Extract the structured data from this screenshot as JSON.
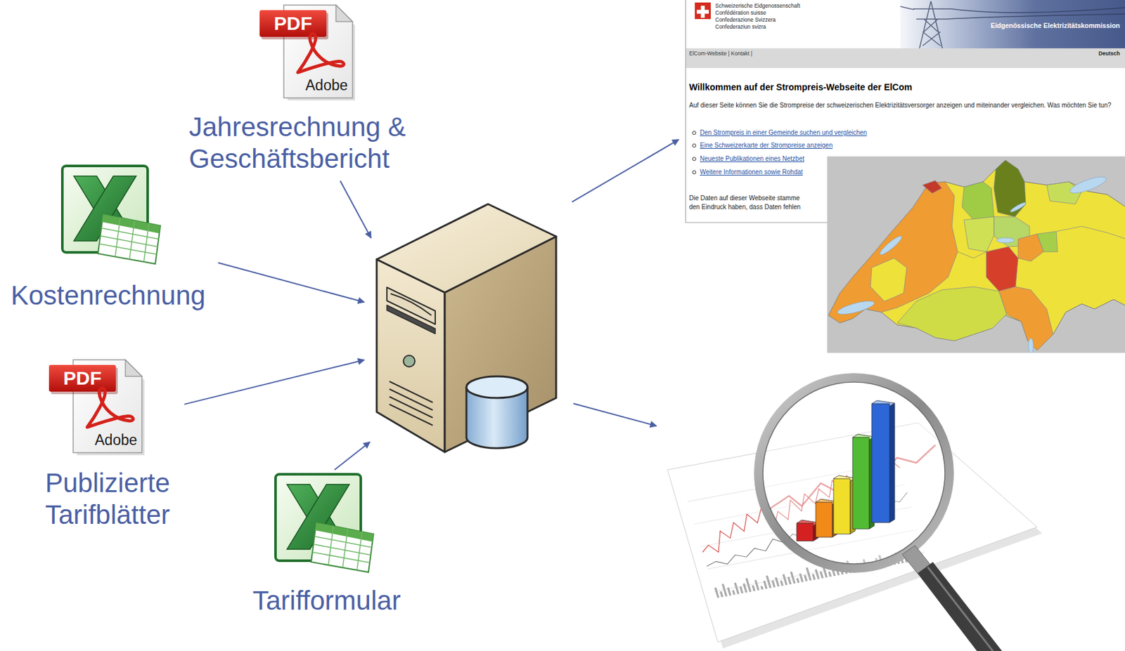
{
  "diagram": {
    "nodes": [
      {
        "text": [
          "PDF",
          "Adobe",
          "Jahresrechnung & Geschäftsbericht"
        ]
      },
      {
        "text": [
          "Schweizerische Eidgenossenschaft",
          "Confédération suisse",
          "Confederazione Svizzera",
          "Confederaziun svizra",
          "Eidgenössische Elektrizitätskommission",
          "ElCom-Website | Kontakt |",
          "Deutsch",
          "Willkommen auf der Strompreis-Webseite der ElCom",
          "Auf dieser Seite können Sie die Strompreise der schweizerischen Elektrizitätsversorger anzeigen und miteinander vergleichen. Was möchten Sie tun?",
          "Den Strompreis in einer Gemeinde suchen und vergleichen",
          "Eine Schweizerkarte der Strompreise anzeigen",
          "Neueste Publikationen eines Netzbet",
          "Weitere Informationen sowie Rohdat",
          "Die Daten auf dieser Webseite stamme",
          "den Eindruck haben, dass Daten fehlen"
        ]
      },
      {
        "text": [
          "Kostenrechnung"
        ]
      },
      {
        "text": []
      },
      {
        "text": [
          "PDF",
          "Adobe",
          "Publizierte Tarifblätter"
        ]
      },
      {
        "text": []
      },
      {
        "text": [
          "Tarifformular"
        ]
      }
    ],
    "edges": [
      {
        "from": 0,
        "to": 3,
        "arrow": "to"
      },
      {
        "from": 2,
        "to": 3,
        "arrow": "to"
      },
      {
        "from": 4,
        "to": 3,
        "arrow": "to"
      },
      {
        "from": 6,
        "to": 3,
        "arrow": "to"
      },
      {
        "from": 3,
        "to": 1,
        "arrow": "to"
      },
      {
        "from": 3,
        "to": 5,
        "arrow": "to"
      }
    ]
  }
}
